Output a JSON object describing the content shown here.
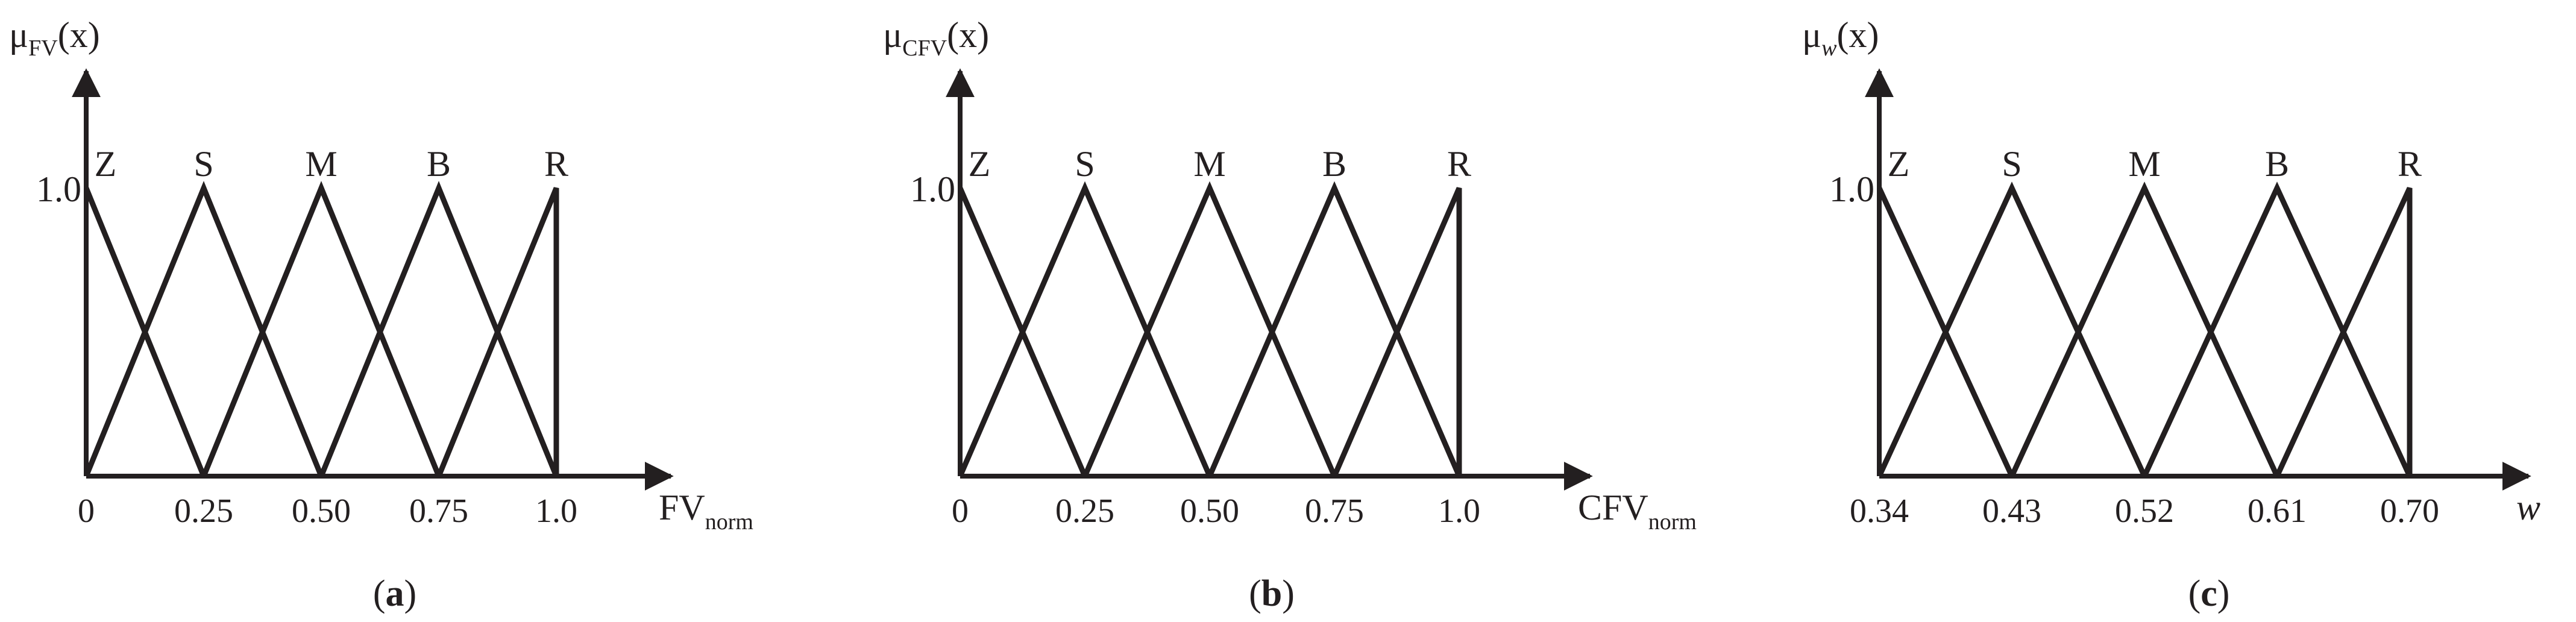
{
  "colors": {
    "ink": "#231f20",
    "background": "#ffffff"
  },
  "panels": [
    {
      "id": "a",
      "y_label": {
        "main": "μ",
        "sub": "FV",
        "tail": "(x)"
      },
      "y_tick": "1.0",
      "x_label": {
        "main": "FV",
        "sub": "norm"
      },
      "x_ticks": [
        "0",
        "0.25",
        "0.50",
        "0.75",
        "1.0"
      ],
      "set_labels": [
        "Z",
        "S",
        "M",
        "B",
        "R"
      ],
      "caption": {
        "open": "(",
        "letter": "a",
        "close": ")"
      }
    },
    {
      "id": "b",
      "y_label": {
        "main": "μ",
        "sub": "CFV",
        "tail": "(x)"
      },
      "y_tick": "1.0",
      "x_label": {
        "main": "CFV",
        "sub": "norm"
      },
      "x_ticks": [
        "0",
        "0.25",
        "0.50",
        "0.75",
        "1.0"
      ],
      "set_labels": [
        "Z",
        "S",
        "M",
        "B",
        "R"
      ],
      "caption": {
        "open": "(",
        "letter": "b",
        "close": ")"
      }
    },
    {
      "id": "c",
      "y_label": {
        "main": "μ",
        "sub": "w",
        "tail": "(x)"
      },
      "y_tick": "1.0",
      "x_label": {
        "main": "w",
        "sub": ""
      },
      "x_ticks": [
        "0.34",
        "0.43",
        "0.52",
        "0.61",
        "0.70"
      ],
      "set_labels": [
        "Z",
        "S",
        "M",
        "B",
        "R"
      ],
      "caption": {
        "open": "(",
        "letter": "c",
        "close": ")"
      }
    }
  ]
}
